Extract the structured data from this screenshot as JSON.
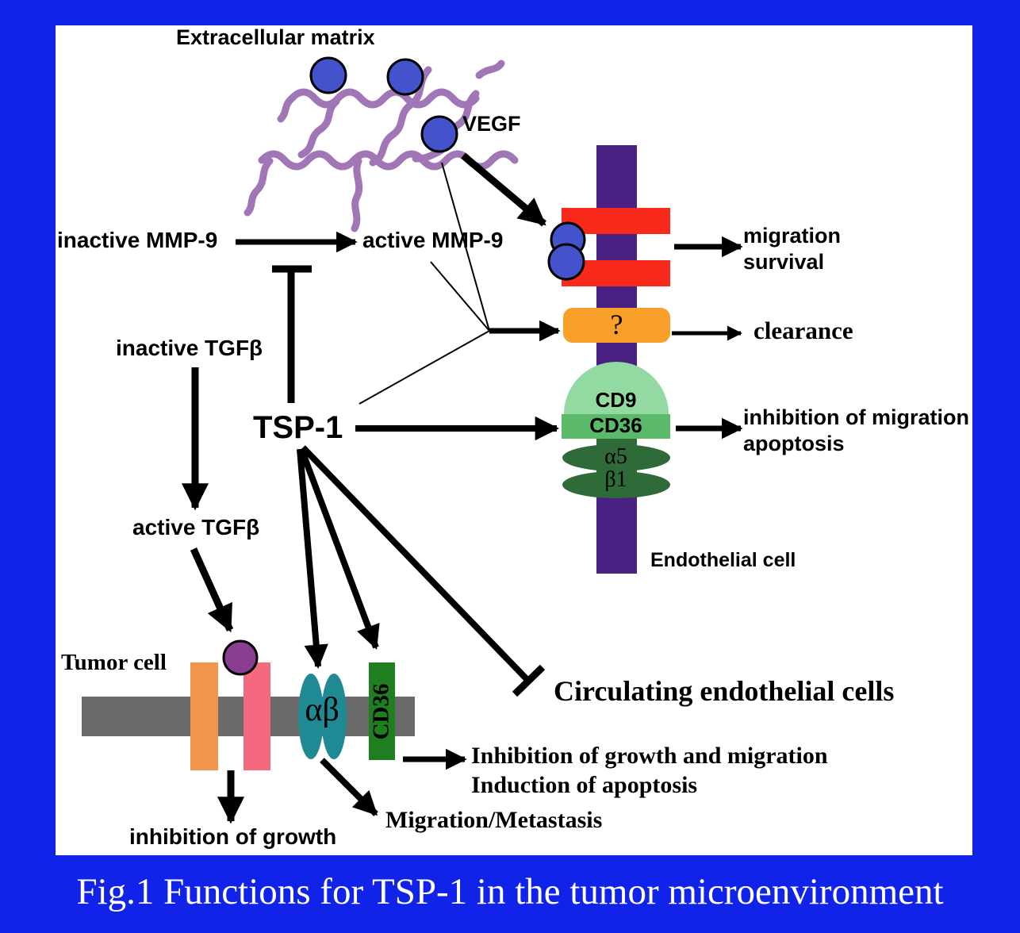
{
  "caption": "Fig.1 Functions for TSP-1 in the tumor microenvironment",
  "labels": {
    "extracellular_matrix": "Extracellular matrix",
    "vegf": "VEGF",
    "inactive_mmp9": "inactive MMP-9",
    "active_mmp9": "active MMP-9",
    "inactive_tgfb": "inactive TGFβ",
    "active_tgfb": "active TGFβ",
    "tsp1": "TSP-1",
    "migration": "migration",
    "survival": "survival",
    "clearance": "clearance",
    "question_mark": "?",
    "cd9": "CD9",
    "cd36_endothelial": "CD36",
    "alpha5": "α5",
    "beta1": "β1",
    "endothelial_cell": "Endothelial cell",
    "inhibition_of_migration": "inhibition of migration",
    "apoptosis": "apoptosis",
    "tumor_cell": "Tumor cell",
    "alpha_beta": "αβ",
    "cd36_tumor": "CD36",
    "circulating_endothelial_cells": "Circulating endothelial cells",
    "inhibition_growth_migration": "Inhibition of growth and migration",
    "induction_of_apoptosis": "Induction of apoptosis",
    "migration_metastasis": "Migration/Metastasis",
    "inhibition_of_growth": "inhibition of growth"
  },
  "colors": {
    "background_blue": "#1123E9",
    "panel_white": "#FFFFFF",
    "matrix_purple": "#A176B6",
    "vegf_blue": "#4453CB",
    "endothelial_membrane_purple": "#4A2183",
    "receptor_red": "#F92A1C",
    "question_box_orange": "#F9A02B",
    "cd9_light_green": "#92D9A2",
    "cd36_green": "#5BB96A",
    "integrin_dark_green": "#2E6B39",
    "tumor_membrane_gray": "#6A6A6A",
    "tgfb_receptor_orange": "#F0954B",
    "tgfb_receptor_pink": "#F4697E",
    "tgfb_purple": "#8A3E8F",
    "integrin_teal": "#1F8A93",
    "cd36_tumor_green": "#1E7E20",
    "line_black": "#000000",
    "caption_white": "#FFFFFF"
  }
}
